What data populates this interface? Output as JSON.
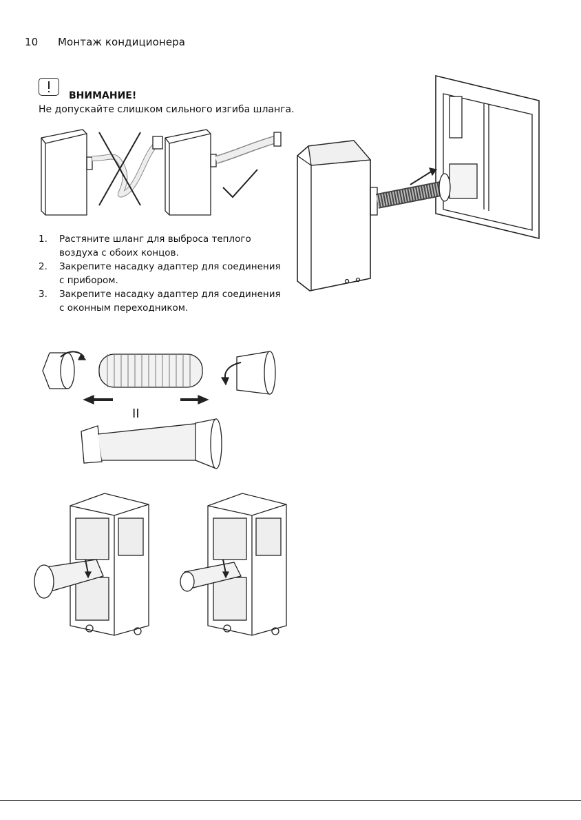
{
  "header": {
    "page_number": "10",
    "section_title": "Монтаж кондиционера"
  },
  "warning": {
    "icon": "exclamation-box-icon",
    "title": "ВНИМАНИЕ!",
    "text": "Не допускайте слишком сильного изгиба шланга."
  },
  "steps": [
    {
      "num": "1.",
      "line1": "Растяните шланг для выброса теплого",
      "line2": "воздуха с обоих концов."
    },
    {
      "num": "2.",
      "line1": "Закрепите насадку адаптер для соединения",
      "line2": "с прибором."
    },
    {
      "num": "3.",
      "line1": "Закрепите насадку адаптер для соединения",
      "line2": "с оконным переходником."
    }
  ],
  "figures": {
    "wrong_bend": "cross-mark-icon",
    "correct_bend": "check-mark-icon",
    "equals_mark": "II"
  }
}
